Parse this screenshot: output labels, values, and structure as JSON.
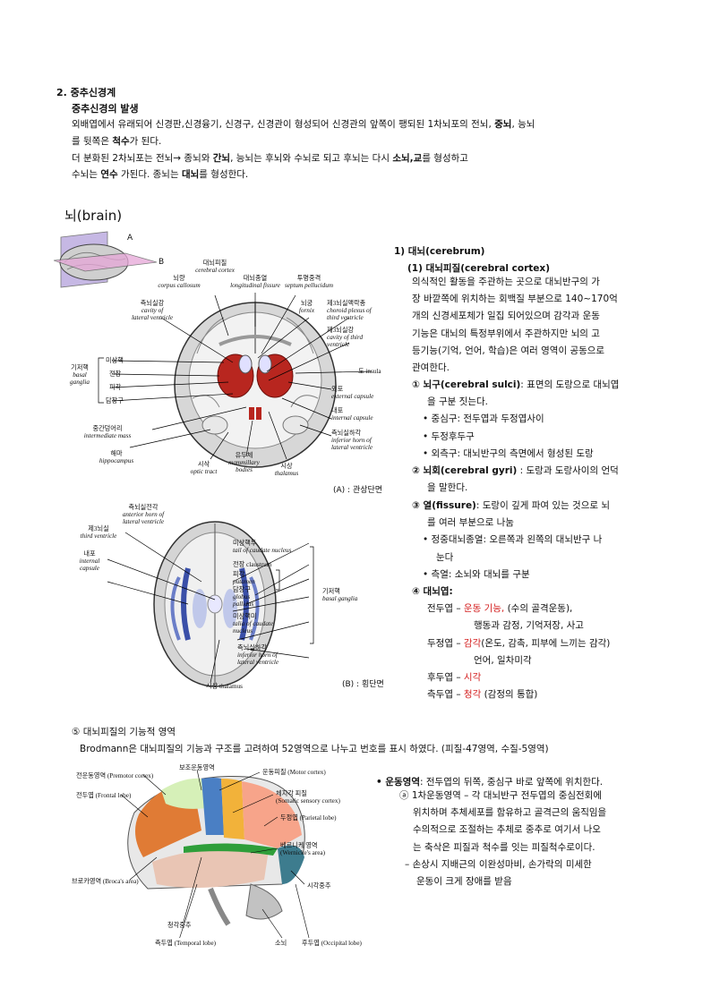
{
  "intro": {
    "section_title": "2. 중추신경계",
    "subsection_title": "중추신경의 발생",
    "lines": [
      [
        "외배엽에서 유래되어 신경판,신경융기, 신경구, 신경관이 형성되어 신경관의 앞쪽이 팽되된 1차뇌포의 전뇌, ",
        "중뇌",
        ", 능뇌"
      ],
      [
        "를 뒷쪽은 ",
        "척수",
        "가 된다."
      ],
      [
        "더 분화된 2차뇌포는 전뇌→ 종뇌와 ",
        "간뇌",
        ", 능뇌는 후뇌와 수뇌로 되고 후뇌는 다시 ",
        "소뇌,교",
        "를 형성하고"
      ],
      [
        "수뇌는 ",
        "연수",
        " 가된다. 종뇌는 ",
        "대뇌",
        "를 형성한다."
      ]
    ]
  },
  "brain_heading": "뇌(brain)",
  "coronal": {
    "plane_a": "A",
    "plane_b": "B",
    "caption": "(A) : 관상단면",
    "labels": {
      "cortex": [
        "대뇌피질",
        "cerebral cortex"
      ],
      "corpus": [
        "뇌량",
        "corpus callosum"
      ],
      "fissure": [
        "대뇌종열",
        "longitudinal fissure"
      ],
      "septum": [
        "투명중격",
        "septum pellucidum"
      ],
      "lateral_vent": [
        "측뇌실강",
        "cavity of",
        "lateral ventricle"
      ],
      "fornix": [
        "뇌궁",
        "fornix"
      ],
      "choroid": [
        "제3뇌실맥락총",
        "choroid plexus of",
        "third ventricle"
      ],
      "third_cavity": [
        "제3뇌실강",
        "cavity of third",
        "ventricle"
      ],
      "basal_title": [
        "기저핵",
        "basal",
        "ganglia"
      ],
      "caudate": "미상핵",
      "putamen": "전장",
      "pitak": "피각",
      "globus": "담창구",
      "insula": "도 insula",
      "ext_capsule": [
        "외포",
        "external capsule"
      ],
      "int_capsule": [
        "내포",
        "internal capsule"
      ],
      "interm": [
        "중간덩어리",
        "intermediate mass"
      ],
      "hippo": [
        "해마",
        "hippocampus"
      ],
      "inferior_horn": [
        "측뇌실하각",
        "inferior horn of",
        "lateral ventricle"
      ],
      "optic": [
        "시삭",
        "optic tract"
      ],
      "mammillary": [
        "유두체",
        "mammillary",
        "bodies"
      ],
      "thalamus": [
        "시상",
        "thalamus"
      ]
    }
  },
  "horizontal": {
    "caption": "(B) : 횡단면",
    "labels": {
      "anterior": [
        "측뇌실전각",
        "anterior horn of",
        "lateral ventricle"
      ],
      "third": [
        "제3뇌실",
        "third ventricle"
      ],
      "internal": [
        "내포",
        "internal",
        "capsule"
      ],
      "tail": [
        "미상핵두",
        "tail of caudate nucleus"
      ],
      "claustrum": "전장 claustrum",
      "putamen": [
        "피각",
        "putamen"
      ],
      "globus": [
        "담창구",
        "globus",
        "pallidus"
      ],
      "talia": [
        "미상핵미",
        "talia of caudate",
        "nucleus"
      ],
      "inferior": [
        "측뇌실하각",
        "inferior horn of",
        "lateral ventricle"
      ],
      "thalamus": "시상 thalamus",
      "basal": [
        "기저핵",
        "basal ganglia"
      ]
    }
  },
  "right_col": {
    "h1": "1) 대뇌(cerebrum)",
    "h2": "(1) 대뇌피질(cerebral cortex)",
    "para": [
      "의식적인 활동을 주관하는 곳으로 대뇌반구의 가",
      "장 바깥쪽에 위치하는 회백질 부분으로 140~170억",
      "개의 신경세포체가 일집 되어있으며 감각과 운동",
      "기능은 대뇌의 특정부위에서 주관하지만 뇌의 고",
      "등기능(기억, 언어, 학습)은 여러 영역이 공동으로",
      "관여한다."
    ],
    "item1_title": "① 뇌구(cerebral sulci)",
    "item1_rest": ": 표면의 도랑으로 대뇌엽",
    "item1_cont": "을 구분 짓는다.",
    "item1_bullets": [
      "• 중심구: 전두엽과 두정엽사이",
      "• 두정후두구",
      "• 외측구:  대뇌반구의 측면에서 형성된 도랑"
    ],
    "item2_title": "② 뇌회(cerebral gyri)",
    "item2_rest": " : 도랑과 도랑사이의 언덕",
    "item2_cont": "을 말한다.",
    "item3_title": "③ 열(fissure)",
    "item3_rest": ": 도랑이 깊게 파여 있는 것으로 뇌",
    "item3_cont": "를 여러 부분으로 나눔",
    "item3_bullets": [
      "•  정중대뇌종열: 오른쪽과 왼쪽의 대뇌반구 나",
      "눈다",
      "•  측열: 소뇌와 대뇌를 구분"
    ],
    "item4_title": "④ 대뇌엽:",
    "lobes": {
      "frontal_a": "전두엽 – ",
      "frontal_red": "운동 기능,",
      "frontal_b": " (수의 골격운동),",
      "frontal_c": "행동과 감정, 기억저장, 사고",
      "parietal_a": "두정엽 – ",
      "parietal_red": "감각",
      "parietal_b": "(온도, 감촉, 피부에 느끼는 감각)",
      "parietal_c": "언어, 일차미각",
      "occipital_a": "후두엽 – ",
      "occipital_red": "시각",
      "temporal_a": "측두엽 – ",
      "temporal_red": "청각",
      "temporal_b": " (감정의 통합)"
    }
  },
  "functional": {
    "heading": "⑤ 대뇌피질의 기능적 영역",
    "brodmann": "Brodmann은 대뇌피질의 기능과 구조를 고려하여 52영역으로 나누고 번호를 표시 하였다. (피질-47영역, 수질-5영역)",
    "labels": {
      "premotor": "전운동영역 (Premotor cortex)",
      "frontal": "전두엽 (Frontal lobe)",
      "supplementary": "보조운동영역",
      "motor": "운동피질 (Motor cortex)",
      "somatic": [
        "체지각 피질",
        "(Somatic sensory cortex)"
      ],
      "parietal": "두정엽 (Parietal lobe)",
      "wernicke": [
        "베르니케 영역",
        "(Wernicke's area)"
      ],
      "visual": "시각중추",
      "broca": "브로카영역 (Broca's area)",
      "auditory": "청각중추",
      "temporal": "측두엽 (Temporal lobe)",
      "cerebellum": "소뇌",
      "occipital": "후두엽 (Occipital lobe)"
    },
    "motor_title": "• 운동영역",
    "motor_rest": ": 전두엽의 뒤쪽, 중심구 바로 앞쪽에 위치한다.",
    "primary": [
      "ⓐ 1차운동영역 – 각 대뇌반구 전두엽의 중심전회에",
      "위치하며 추체세포를 함유하고 골격근의 움직임을",
      "수의적으로 조절하는 추체로 중추로 여기서 나오",
      "는 축삭은 피질과 척수를 잇는 피질척수로이다.",
      "– 손상시 지배근의 이완성마비, 손가락의 미세한",
      "운동이 크게 장애를 받음"
    ]
  }
}
